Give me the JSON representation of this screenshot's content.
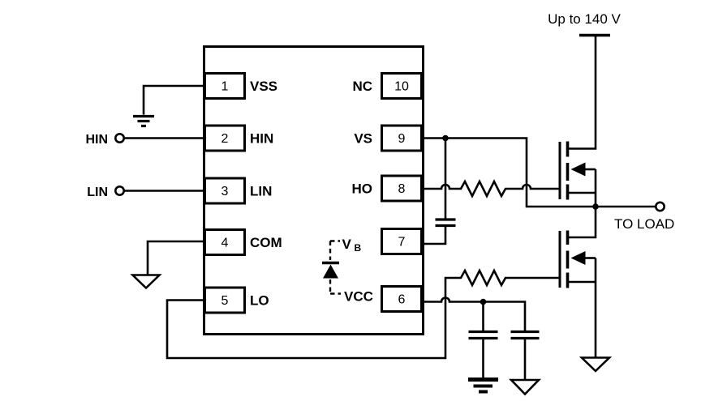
{
  "background": "#ffffff",
  "ink": "#000000",
  "schematic": {
    "supply_label": "Up to 140 V",
    "load_label": "TO LOAD",
    "inputs": {
      "hin": "HIN",
      "lin": "LIN"
    },
    "ic": {
      "left_pins": [
        {
          "number": "1",
          "label": "VSS"
        },
        {
          "number": "2",
          "label": "HIN"
        },
        {
          "number": "3",
          "label": "LIN"
        },
        {
          "number": "4",
          "label": "COM"
        },
        {
          "number": "5",
          "label": "LO"
        }
      ],
      "right_pins": [
        {
          "number": "10",
          "label": "NC"
        },
        {
          "number": "9",
          "label": "VS"
        },
        {
          "number": "8",
          "label": "HO"
        },
        {
          "number": "7"
        },
        {
          "number": "6"
        }
      ],
      "bootstrap_diode": {
        "vb_main": "V",
        "vb_sub": "B",
        "vcc_label": "VCC"
      }
    }
  }
}
